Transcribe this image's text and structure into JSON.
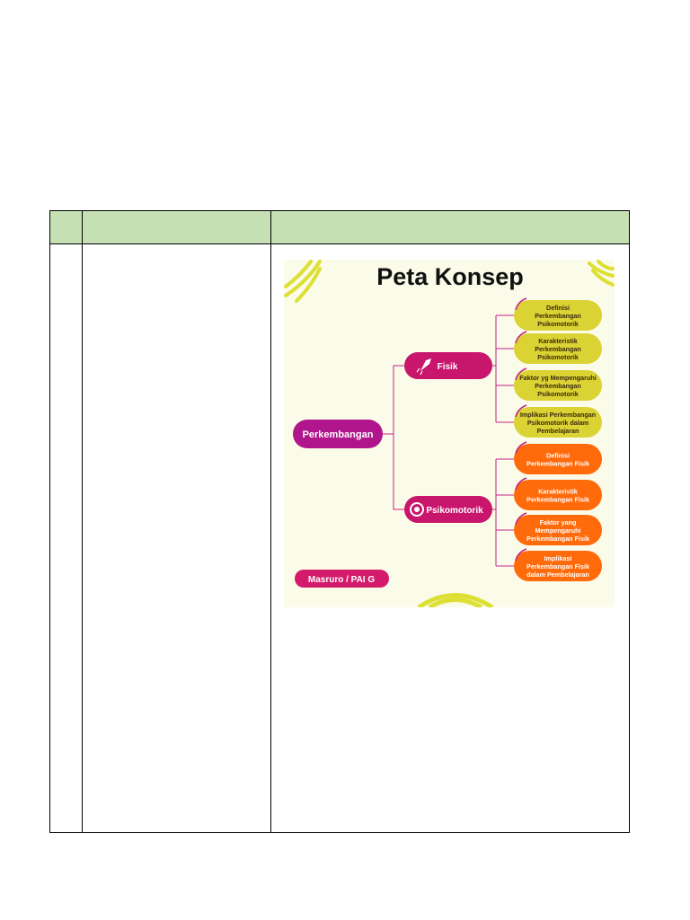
{
  "table": {
    "headers": [
      "",
      "",
      ""
    ]
  },
  "concept_map": {
    "title": "Peta Konsep",
    "root": "Perkembangan",
    "credit": "Masruro / PAI G",
    "branches": [
      {
        "label": "Fisik",
        "icon": "rocket-icon",
        "color": "#c8166c",
        "leaf_color": "#dbd233",
        "leaves": [
          [
            "Definisi",
            "Perkembangan",
            "Psikomotorik"
          ],
          [
            "Karakteristik",
            "Perkembangan",
            "Psikomotorik"
          ],
          [
            "Faktor yg Mempengaruhi",
            "Perkembangan",
            "Psikomotorik"
          ],
          [
            "Implikasi Perkembangan",
            "Psikomotorik dalam",
            "Pembelajaran"
          ]
        ]
      },
      {
        "label": "Psikomotorik",
        "icon": "target-icon",
        "color": "#c8166c",
        "leaf_color": "#ff6a0a",
        "leaves": [
          [
            "Definisi",
            "Perkembangan Fisik"
          ],
          [
            "Karakteristik",
            "Perkembangan Fisik"
          ],
          [
            "Faktor yang",
            "Mempengaruhi",
            "Perkembangan Fisik"
          ],
          [
            "Implikasi",
            "Perkembangan Fisik",
            "dalam Pembelajaran"
          ]
        ]
      }
    ],
    "colors": {
      "background": "#fbfbe9",
      "root": "#b0158c",
      "connector": "#c02486",
      "accent": "#dde033",
      "credit_bg": "#d41b6b",
      "header_bg": "#c5e0b3"
    }
  }
}
